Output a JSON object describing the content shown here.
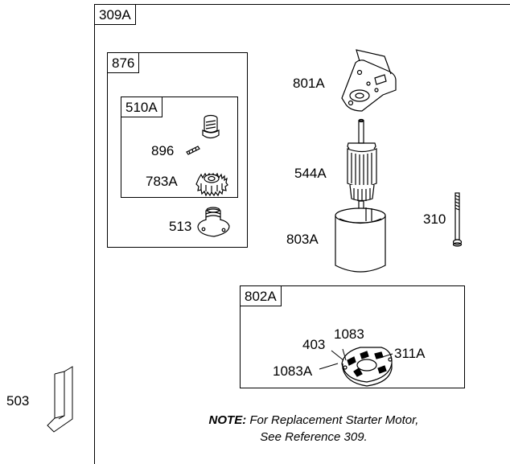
{
  "groups": {
    "main": "309A",
    "kit": "876",
    "drive": "510A",
    "brush_plate": "802A"
  },
  "parts": {
    "p896": "896",
    "p783a": "783A",
    "p513": "513",
    "p801a": "801A",
    "p544a": "544A",
    "p803a": "803A",
    "p310": "310",
    "p403": "403",
    "p1083_top": "1083",
    "p1083_left": "1083A",
    "p311a": "311A",
    "p503": "503"
  },
  "note": {
    "label": "NOTE:",
    "line1": "For Replacement Starter Motor,",
    "line2": "See Reference 309."
  }
}
